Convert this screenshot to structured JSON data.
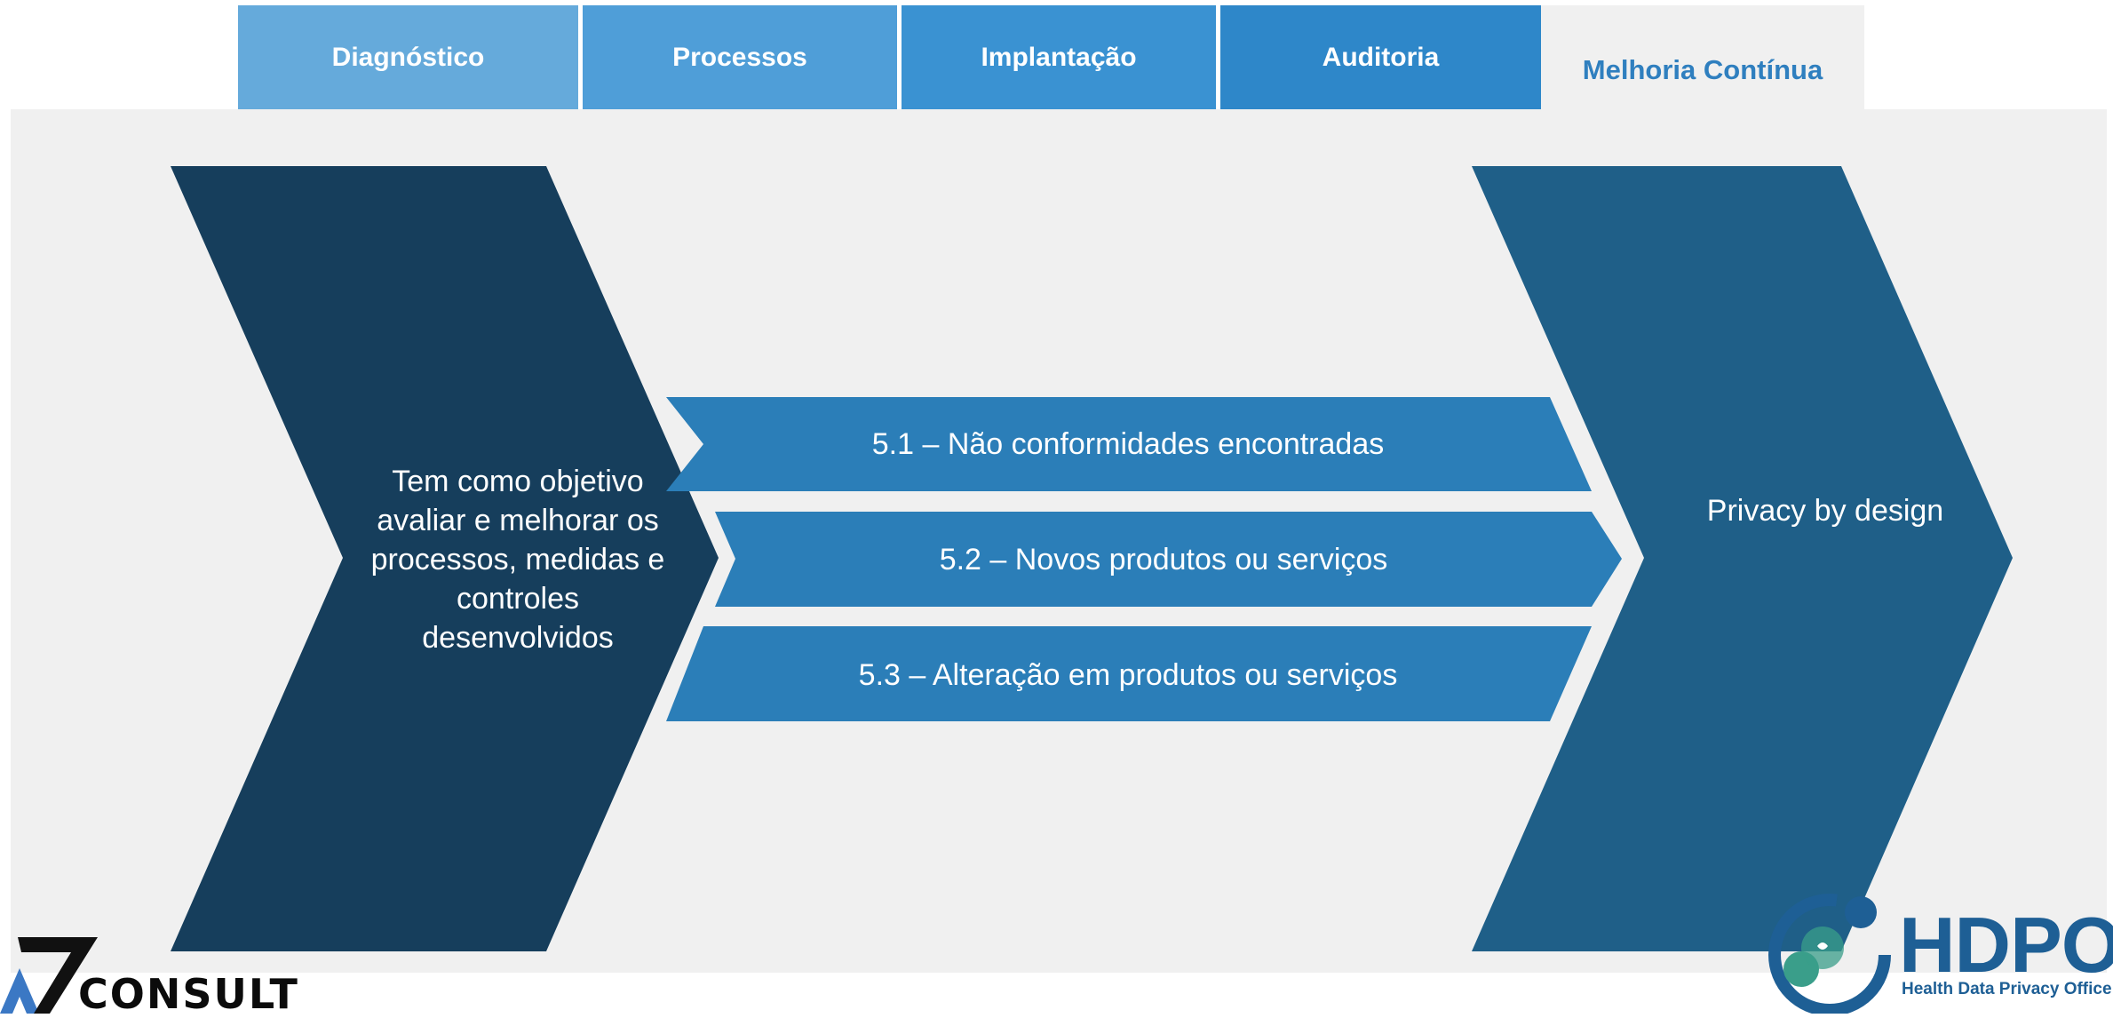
{
  "tabs": [
    {
      "label": "Diagnóstico",
      "color": "#65aadb"
    },
    {
      "label": "Processos",
      "color": "#4f9ed8"
    },
    {
      "label": "Implantação",
      "color": "#3a92d2"
    },
    {
      "label": "Auditoria",
      "color": "#2e87c9"
    },
    {
      "label": "Melhoria Contínua",
      "color": "#2f7fbf",
      "active": true
    }
  ],
  "diagram": {
    "left_chevron": {
      "text": "Tem como objetivo avaliar e melhorar os processos, medidas e controles desenvolvidos",
      "color": "#163e5c"
    },
    "steps": [
      {
        "label": "5.1 – Não conformidades encontradas",
        "color": "#2b7eb8"
      },
      {
        "label": "5.2 – Novos produtos ou serviços",
        "color": "#2b7eb8"
      },
      {
        "label": "5.3 – Alteração em produtos ou serviços",
        "color": "#2b7eb8"
      }
    ],
    "right_chevron": {
      "text": "Privacy by design",
      "color": "#1f5f88"
    }
  },
  "logos": {
    "a7": {
      "text": "CONSULT",
      "accent": "#3b78c4"
    },
    "hdpo": {
      "text": "HDPO",
      "subtitle": "Health Data Privacy Office",
      "color": "#1e5f95",
      "accent": "#3a9e8a"
    }
  }
}
